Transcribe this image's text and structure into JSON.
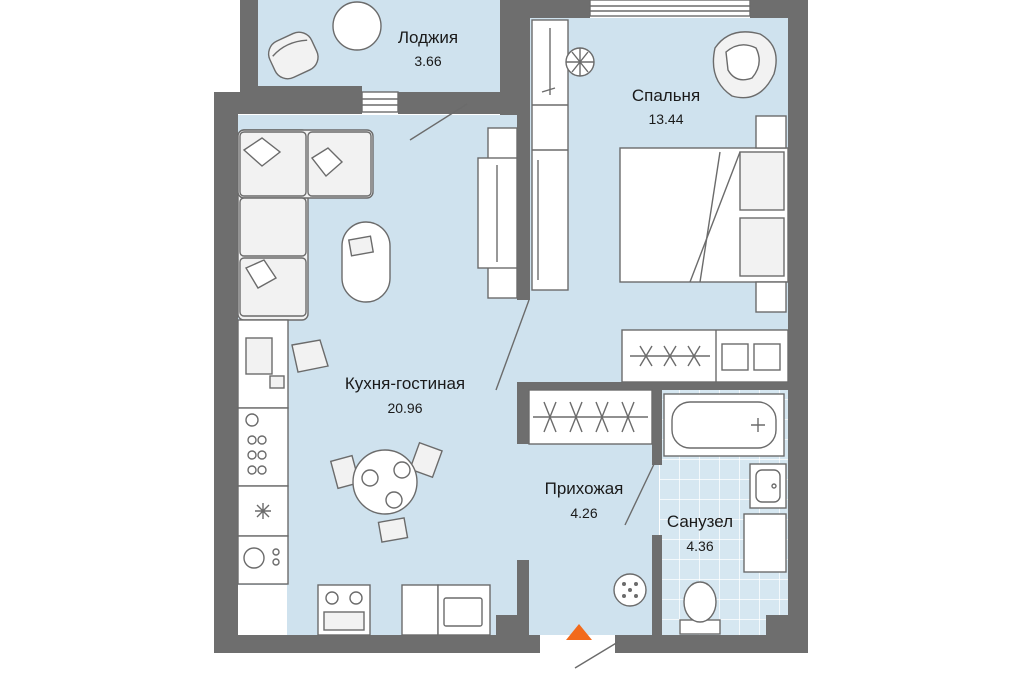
{
  "rooms": {
    "loggia": {
      "label": "Лоджия",
      "area": "3.66"
    },
    "bedroom": {
      "label": "Спальня",
      "area": "13.44"
    },
    "kitchen_living": {
      "label": "Кухня-гостиная",
      "area": "20.96"
    },
    "hallway": {
      "label": "Прихожая",
      "area": "4.26"
    },
    "bathroom": {
      "label": "Санузел",
      "area": "4.36"
    }
  },
  "colors": {
    "floor": "#cfe2ee",
    "bath_tile": "#d8e8f2",
    "wall": "#6e6e6e",
    "entrance_marker": "#f26a1b"
  },
  "icons": [
    "entrance-arrow-icon"
  ]
}
